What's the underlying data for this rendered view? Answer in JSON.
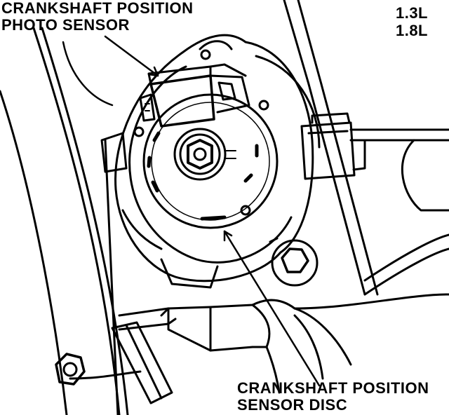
{
  "labels": {
    "photo_sensor": [
      "CRANKSHAFT POSITION",
      "PHOTO SENSOR"
    ],
    "engine_sizes": [
      "1.3L",
      "1.8L"
    ],
    "sensor_disc": [
      "CRANKSHAFT POSITION",
      "SENSOR DISC"
    ]
  },
  "colors": {
    "ink": "#000000",
    "paper": "#ffffff"
  }
}
